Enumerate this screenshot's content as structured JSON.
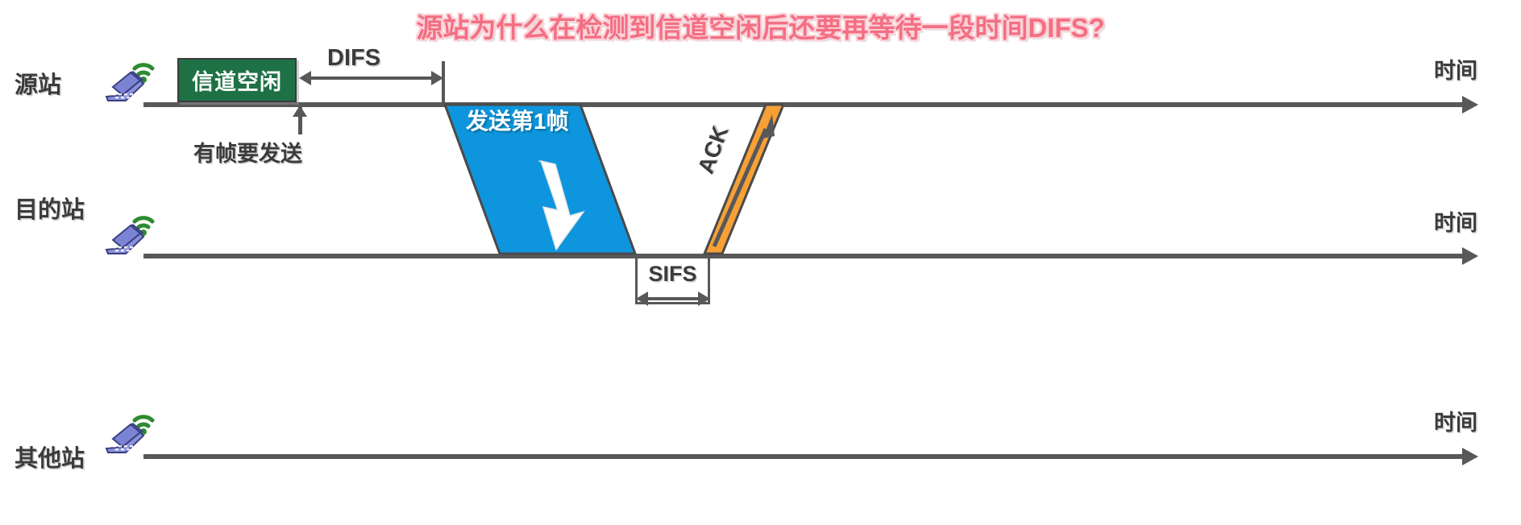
{
  "title": "源站为什么在检测到信道空闲后还要再等待一段时间DIFS?",
  "colors": {
    "title_text": "#f36f83",
    "title_outline": "#fbd2d8",
    "idle_box_fill": "#1e7145",
    "frame_fill": "#0d96dd",
    "ack_fill": "#f6a036",
    "axis": "#58585b",
    "laptop_body": "#6c74c0",
    "wifi": "#3aa83a"
  },
  "rows": [
    {
      "label": "源站",
      "time_label": "时间",
      "icon": "laptop-wifi-icon"
    },
    {
      "label": "目的站",
      "time_label": "时间",
      "icon": "laptop-wifi-icon"
    },
    {
      "label": "其他站",
      "time_label": "时间",
      "icon": "laptop-wifi-icon"
    }
  ],
  "idle_box": {
    "label": "信道空闲"
  },
  "difs": {
    "label": "DIFS"
  },
  "sifs": {
    "label": "SIFS"
  },
  "frame": {
    "label": "发送第1帧",
    "direction": "down"
  },
  "ack": {
    "label": "ACK",
    "direction": "up"
  },
  "note": {
    "label": "有帧要发送"
  }
}
